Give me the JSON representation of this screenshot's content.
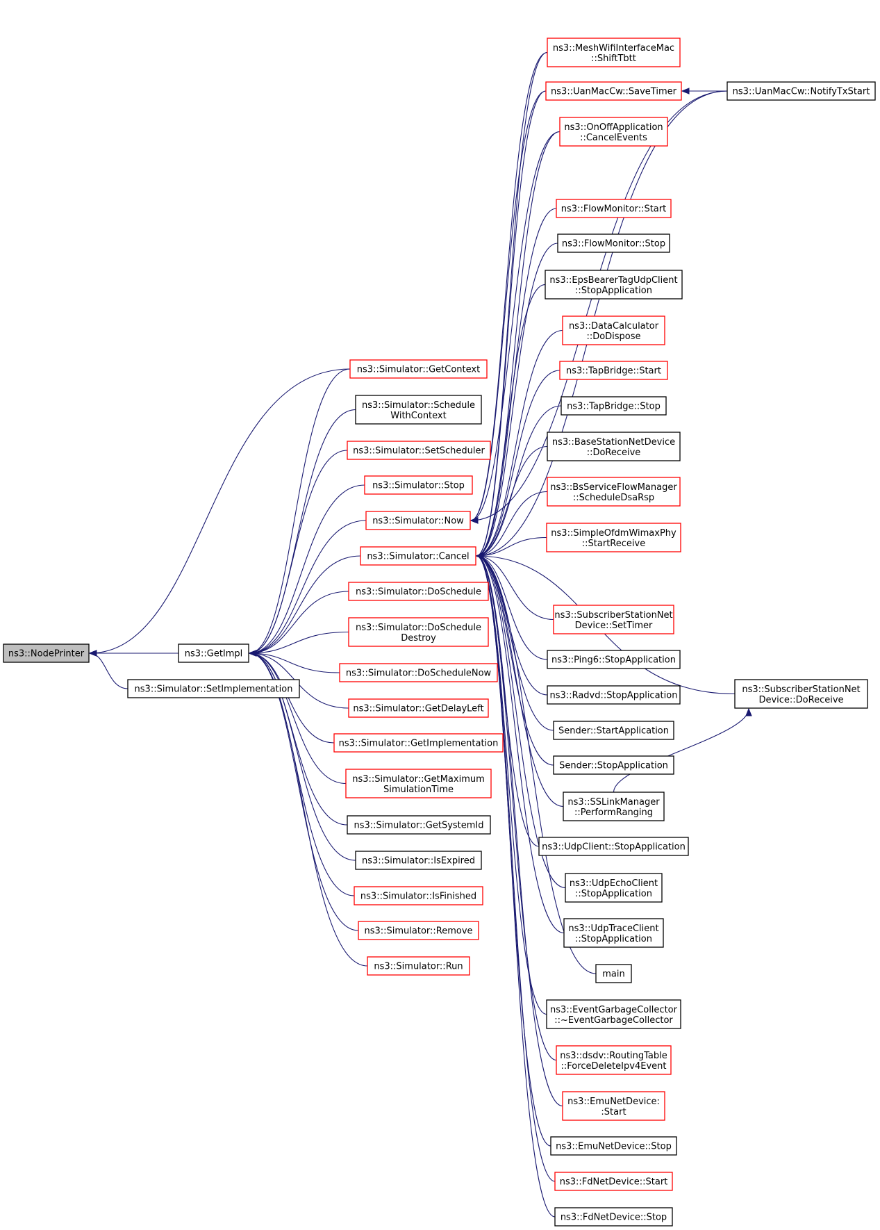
{
  "colors": {
    "edge": "#191970",
    "node_border_default": "#000000",
    "node_border_truncated": "#ff0000",
    "root_fill": "#bfbfbf"
  },
  "nodes": {
    "nodeprinter": "ns3::NodePrinter",
    "getimpl": "ns3::GetImpl",
    "setimpl": "ns3::Simulator::SetImplementation",
    "getcontext": "ns3::Simulator::GetContext",
    "schedwithctx": [
      "ns3::Simulator::Schedule",
      "WithContext"
    ],
    "setscheduler": "ns3::Simulator::SetScheduler",
    "stop": "ns3::Simulator::Stop",
    "now": "ns3::Simulator::Now",
    "cancel": "ns3::Simulator::Cancel",
    "doschedule": "ns3::Simulator::DoSchedule",
    "doschedestroy": [
      "ns3::Simulator::DoSchedule",
      "Destroy"
    ],
    "doschednow": "ns3::Simulator::DoScheduleNow",
    "getdelayleft": "ns3::Simulator::GetDelayLeft",
    "getimplementation": "ns3::Simulator::GetImplementation",
    "getmaxsimtime": [
      "ns3::Simulator::GetMaximum",
      "SimulationTime"
    ],
    "getsystemid": "ns3::Simulator::GetSystemId",
    "isexpired": "ns3::Simulator::IsExpired",
    "isfinished": "ns3::Simulator::IsFinished",
    "remove": "ns3::Simulator::Remove",
    "run": "ns3::Simulator::Run",
    "meshwifi": [
      "ns3::MeshWifiInterfaceMac",
      "::ShiftTbtt"
    ],
    "uansavetimer": "ns3::UanMacCw::SaveTimer",
    "onoffcancel": [
      "ns3::OnOffApplication",
      "::CancelEvents"
    ],
    "flowstart": "ns3::FlowMonitor::Start",
    "flowstop": "ns3::FlowMonitor::Stop",
    "epsbearer": [
      "ns3::EpsBearerTagUdpClient",
      "::StopApplication"
    ],
    "datacalc": [
      "ns3::DataCalculator",
      "::DoDispose"
    ],
    "tapstart": "ns3::TapBridge::Start",
    "tapstop": "ns3::TapBridge::Stop",
    "basestation": [
      "ns3::BaseStationNetDevice",
      "::DoReceive"
    ],
    "bsservice": [
      "ns3::BsServiceFlowManager",
      "::ScheduleDsaRsp"
    ],
    "simpleofdm": [
      "ns3::SimpleOfdmWimaxPhy",
      "::StartReceive"
    ],
    "subsettimer": [
      "ns3::SubscriberStationNet",
      "Device::SetTimer"
    ],
    "ping6": "ns3::Ping6::StopApplication",
    "radvd": "ns3::Radvd::StopApplication",
    "senderstart": "Sender::StartApplication",
    "senderstop": "Sender::StopApplication",
    "sslink": [
      "ns3::SSLinkManager",
      "::PerformRanging"
    ],
    "udpclient": "ns3::UdpClient::StopApplication",
    "udpecho": [
      "ns3::UdpEchoClient",
      "::StopApplication"
    ],
    "udptrace": [
      "ns3::UdpTraceClient",
      "::StopApplication"
    ],
    "main": "main",
    "eventgc": [
      "ns3::EventGarbageCollector",
      "::~EventGarbageCollector"
    ],
    "dsdv": [
      "ns3::dsdv::RoutingTable",
      "::ForceDeleteIpv4Event"
    ],
    "emustart": [
      "ns3::EmuNetDevice:",
      ":Start"
    ],
    "emustop": "ns3::EmuNetDevice::Stop",
    "fdstart": "ns3::FdNetDevice::Start",
    "fdstop": "ns3::FdNetDevice::Stop",
    "uannotify": "ns3::UanMacCw::NotifyTxStart",
    "subdoreceive": [
      "ns3::SubscriberStationNet",
      "Device::DoReceive"
    ]
  }
}
